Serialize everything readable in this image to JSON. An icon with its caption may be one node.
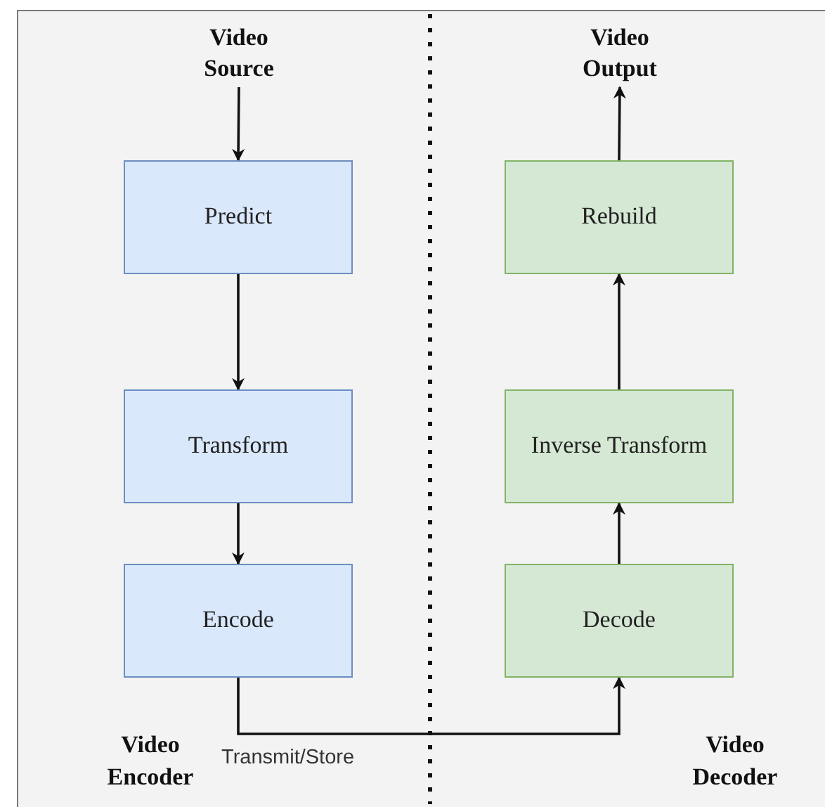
{
  "diagram": {
    "nodes": [
      {
        "text": [
          "Video Source"
        ]
      },
      {
        "text": [
          "Predict"
        ]
      },
      {
        "text": [
          "Transform"
        ]
      },
      {
        "text": [
          "Encode"
        ]
      },
      {
        "text": [
          "Video Output"
        ]
      },
      {
        "text": [
          "Rebuild"
        ]
      },
      {
        "text": [
          "Inverse Transform"
        ]
      },
      {
        "text": [
          "Decode"
        ]
      }
    ],
    "edges": [
      {
        "from": 0,
        "to": 1,
        "arrow": "to"
      },
      {
        "from": 1,
        "to": 2,
        "arrow": "to"
      },
      {
        "from": 2,
        "to": 3,
        "arrow": "to"
      },
      {
        "from": 3,
        "to": 7,
        "arrow": "to",
        "label": "Transmit/Store"
      },
      {
        "from": 7,
        "to": 6,
        "arrow": "to"
      },
      {
        "from": 6,
        "to": 5,
        "arrow": "to"
      },
      {
        "from": 5,
        "to": 4,
        "arrow": "to"
      }
    ],
    "labels": [
      "Video Encoder",
      "Video Decoder"
    ]
  }
}
